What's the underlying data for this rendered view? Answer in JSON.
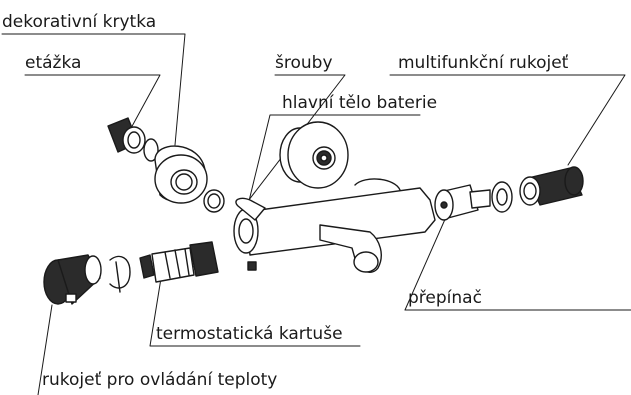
{
  "labels": {
    "decorative_cap": "dekorativní krytka",
    "stage": "etážka",
    "screws": "šrouby",
    "main_body": "hlavní tělo baterie",
    "multifunction_handle": "multifunkční rukojeť",
    "diverter": "přepínač",
    "thermostatic_cartridge": "termostatická kartuše",
    "temperature_handle": "rukojeť pro ovládání teploty"
  },
  "colors": {
    "line": "#1a1a1a",
    "part_fill": "#ffffff",
    "knurl": "#2b2b2b"
  }
}
